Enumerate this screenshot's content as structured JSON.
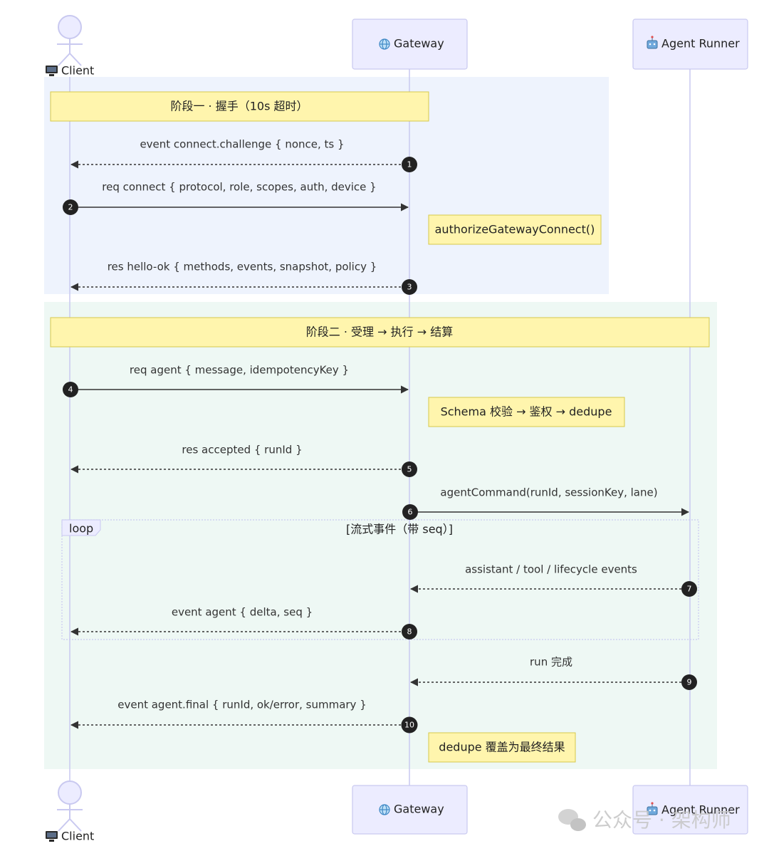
{
  "participants": {
    "client": {
      "label": "Client",
      "icon": "monitor-icon"
    },
    "gateway": {
      "label": "Gateway",
      "icon": "globe-icon"
    },
    "runner": {
      "label": "Agent Runner",
      "icon": "robot-icon"
    }
  },
  "phases": [
    {
      "title": "阶段一 · 握手（10s 超时）",
      "color": "#eef3fd"
    },
    {
      "title": "阶段二 · 受理 → 执行 → 结算",
      "color": "#eef8f4"
    }
  ],
  "messages": [
    {
      "num": "1",
      "text": "event connect.challenge { nonce, ts }"
    },
    {
      "num": "2",
      "text": "req connect { protocol, role, scopes, auth, device }"
    },
    {
      "num": "3",
      "text": "res hello-ok { methods, events, snapshot, policy }"
    },
    {
      "num": "4",
      "text": "req agent { message, idempotencyKey }"
    },
    {
      "num": "5",
      "text": "res accepted { runId }"
    },
    {
      "num": "6",
      "text": "agentCommand(runId, sessionKey, lane)"
    },
    {
      "num": "7",
      "text": "assistant / tool / lifecycle events"
    },
    {
      "num": "8",
      "text": "event agent { delta, seq }"
    },
    {
      "num": "9",
      "text": "run 完成"
    },
    {
      "num": "10",
      "text": "event agent.final { runId, ok/error, summary }"
    }
  ],
  "notes": [
    "authorizeGatewayConnect()",
    "Schema 校验 → 鉴权 → dedupe",
    "dedupe 覆盖为最终结果"
  ],
  "loop": {
    "tag": "loop",
    "condition": "[流式事件（带 seq）]"
  },
  "watermark": "公众号 · 架构师",
  "colors": {
    "actor_fill": "#ececff",
    "actor_stroke": "#c9c9f0",
    "note_fill": "#fff5ad",
    "note_stroke": "#d6c94a",
    "line": "#333333",
    "lifeline": "#c9c9f0"
  }
}
